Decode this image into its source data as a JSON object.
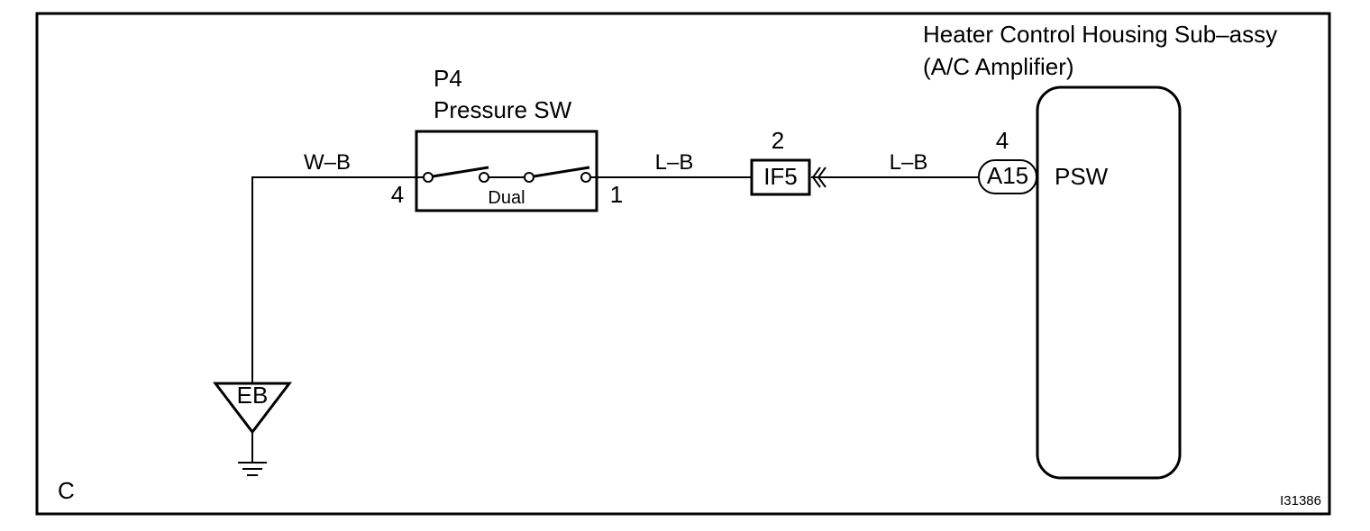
{
  "amplifier": {
    "title_line1": "Heater Control Housing Sub–assy",
    "title_line2": "(A/C Amplifier)",
    "terminal_label": "PSW",
    "connector": "A15",
    "pin": "4"
  },
  "pressure_switch": {
    "code": "P4",
    "name": "Pressure SW",
    "type_label": "Dual",
    "pin_left": "4",
    "pin_right": "1"
  },
  "junction": {
    "connector": "IF5",
    "pin": "2"
  },
  "wires": {
    "ground_side": "W–B",
    "switch_to_junction": "L–B",
    "junction_to_amplifier": "L–B"
  },
  "ground": {
    "label": "EB"
  },
  "frame": {
    "corner_letter": "C",
    "figure_code": "I31386"
  }
}
